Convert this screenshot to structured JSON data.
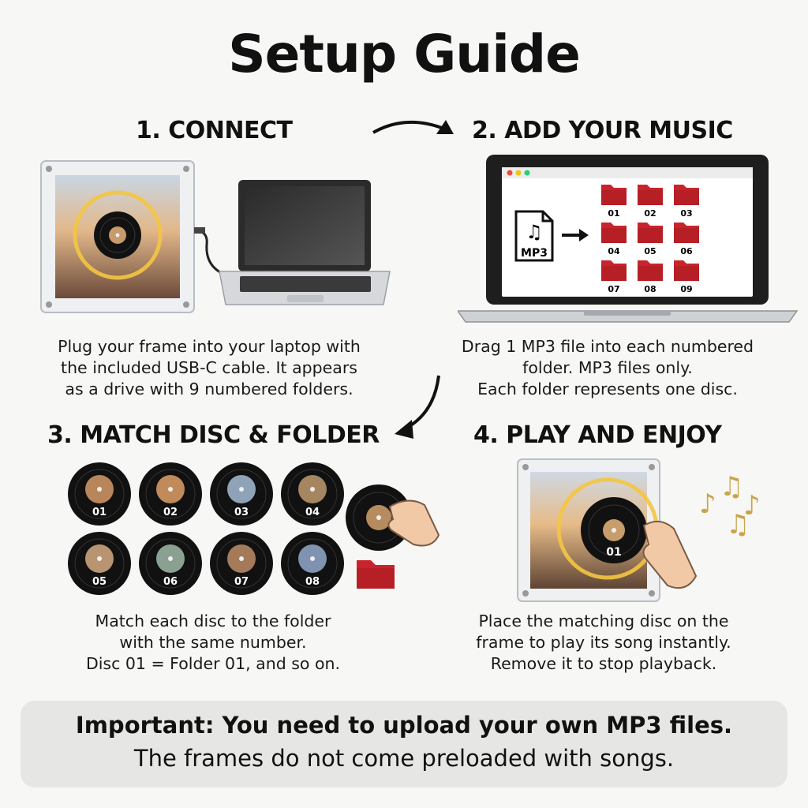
{
  "title": "Setup Guide",
  "steps": [
    {
      "heading": "1. CONNECT",
      "desc": [
        "Plug your frame into your laptop with",
        "the included USB-C cable. It appears",
        "as a drive with 9 numbered folders."
      ]
    },
    {
      "heading": "2. ADD YOUR MUSIC",
      "desc": [
        "Drag 1 MP3 file into each numbered",
        "folder. MP3 files only.",
        "Each folder represents one disc."
      ]
    },
    {
      "heading": "3. MATCH DISC & FOLDER",
      "desc": [
        "Match each disc to the folder",
        "with the same number.",
        "Disc 01 = Folder 01, and so on."
      ]
    },
    {
      "heading": "4. PLAY AND ENJOY",
      "desc": [
        "Place the matching disc on the",
        "frame to play its song instantly.",
        "Remove it to stop playback."
      ]
    }
  ],
  "file_label": "MP3",
  "folders": [
    "01",
    "02",
    "03",
    "04",
    "05",
    "06",
    "07",
    "08",
    "09"
  ],
  "discs": [
    "01",
    "02",
    "03",
    "04",
    "05",
    "06",
    "07",
    "08"
  ],
  "playing_disc": "01",
  "notice": {
    "line1": "Important: You need to upload your own MP3 files.",
    "line2": "The frames do not come preloaded with songs."
  },
  "colors": {
    "folder": "#c8242b",
    "glow": "#f4c542",
    "notes": "#c9a44a"
  }
}
